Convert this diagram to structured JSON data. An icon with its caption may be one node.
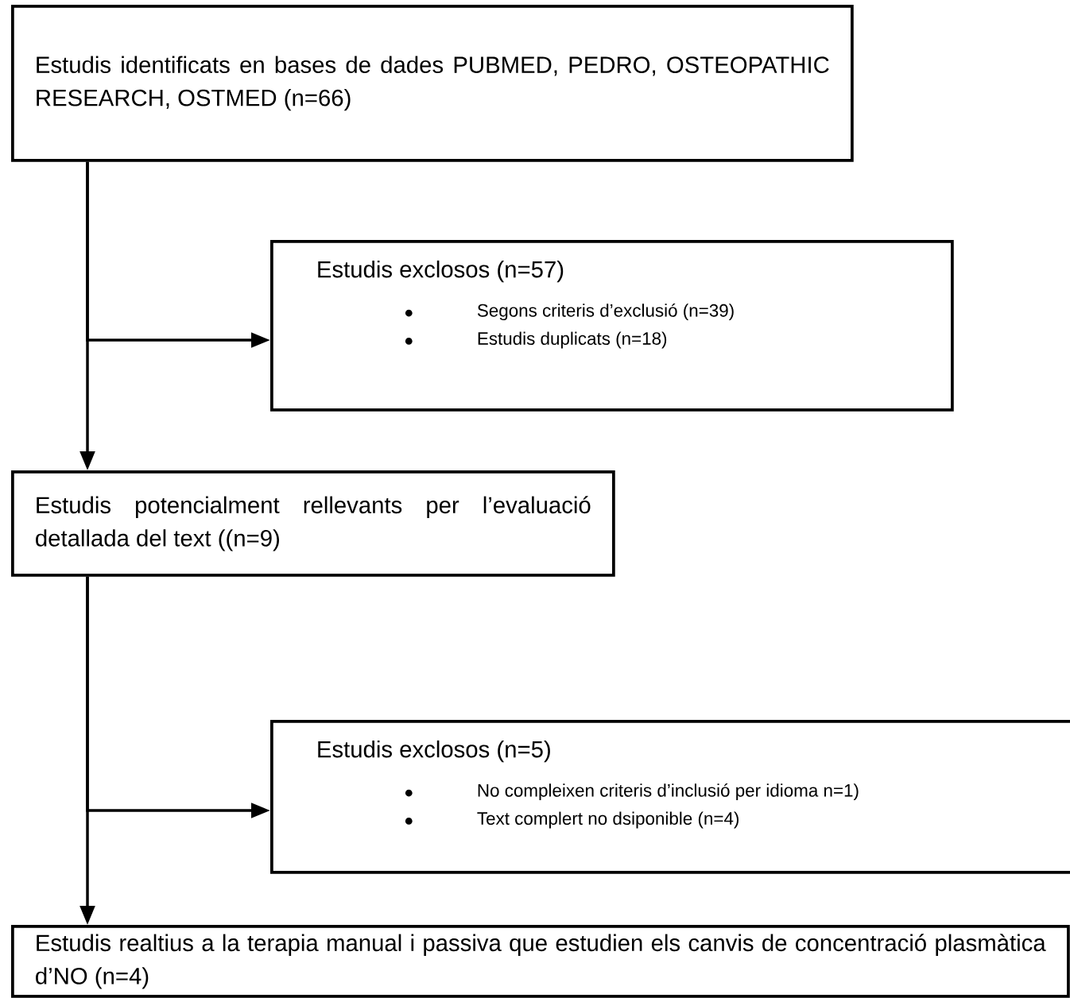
{
  "diagram": {
    "nodes": [
      {
        "text": [
          "Estudis identificats en bases de dades PUBMED, PEDRO, OSTEOPATHIC RESEARCH, OSTMED (n=66)"
        ]
      },
      {
        "text": [
          "Estudis exclosos (n=57)",
          "Segons criteris d’exclusió (n=39)",
          "Estudis duplicats (n=18)"
        ]
      },
      {
        "text": [
          "Estudis potencialment rellevants per l’evaluació detallada del text ((n=9)"
        ]
      },
      {
        "text": [
          "Estudis exclosos (n=5)",
          "No compleixen criteris d’inclusió per idioma n=1)",
          "Text complert no dsiponible (n=4)"
        ]
      },
      {
        "text": [
          "Estudis realtius a la terapia manual i passiva que estudien els canvis de concentració plasmàtica d’NO (n=4)"
        ]
      }
    ],
    "edges": [
      {
        "from": 0,
        "to": 1,
        "arrow": "to"
      },
      {
        "from": 0,
        "to": 2,
        "arrow": "to"
      },
      {
        "from": 2,
        "to": 3,
        "arrow": "to"
      },
      {
        "from": 2,
        "to": 4,
        "arrow": "to"
      }
    ]
  }
}
